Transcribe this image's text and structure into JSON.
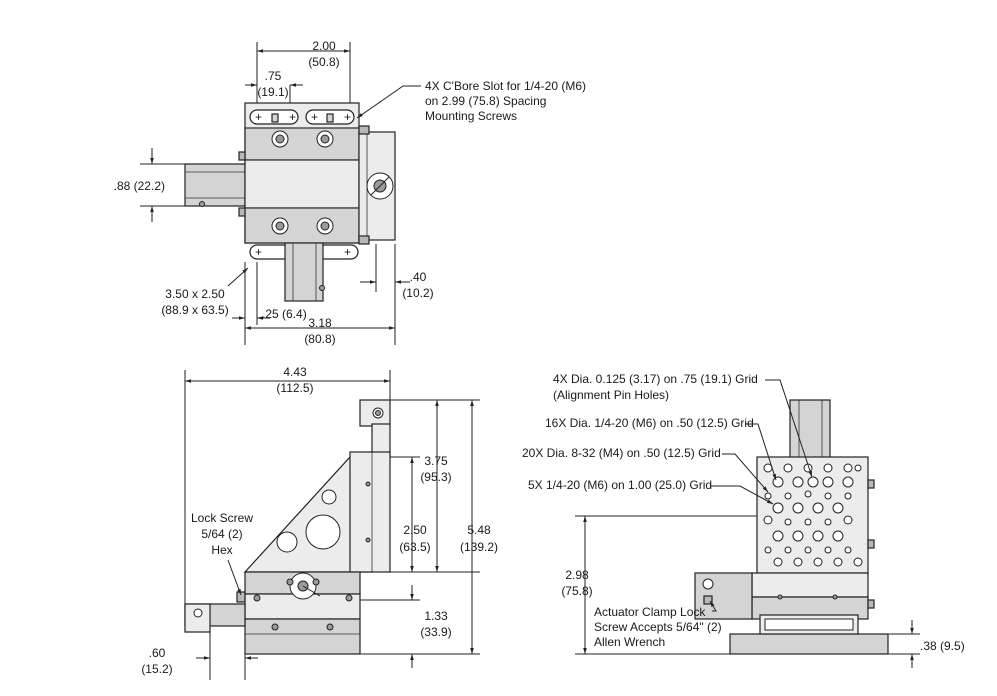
{
  "top_view": {
    "width_dim": "2.00",
    "width_dim_mm": "(50.8)",
    "slot_dim": ".75",
    "slot_dim_mm": "(19.1)",
    "slot_note_line1": "4X C'Bore Slot for 1/4-20 (M6)",
    "slot_note_line2": "on 2.99 (75.8) Spacing",
    "slot_note_line3": "Mounting Screws",
    "rail_height_dim": ".88 (22.2)",
    "base_dim": "3.50 x 2.50",
    "base_dim_mm": "(88.9 x 63.5)",
    "offset_dim": ".25 (6.4)",
    "overall_dim": "3.18",
    "overall_dim_mm": "(80.8)",
    "knob_dim": ".40",
    "knob_dim_mm": "(10.2)"
  },
  "side_view": {
    "width_dim": "4.43",
    "width_dim_mm": "(112.5)",
    "h1_dim": "3.75",
    "h1_dim_mm": "(95.3)",
    "h2_dim": "2.50",
    "h2_dim_mm": "(63.5)",
    "h3_dim": "5.48",
    "h3_dim_mm": "(139.2)",
    "h4_dim": "1.33",
    "h4_dim_mm": "(33.9)",
    "lock_screw_line1": "Lock Screw",
    "lock_screw_line2": "5/64 (2)",
    "lock_screw_line3": "Hex",
    "ext_dim": ".60",
    "ext_dim_mm": "(15.2)"
  },
  "front_view": {
    "note1_line1": "4X Dia. 0.125 (3.17) on .75 (19.1) Grid",
    "note1_line2": "(Alignment Pin Holes)",
    "note2": "16X Dia. 1/4-20 (M6) on .50 (12.5) Grid",
    "note3": "20X Dia. 8-32 (M4) on .50 (12.5) Grid",
    "note4": "5X 1/4-20 (M6) on 1.00 (25.0) Grid",
    "height_dim": "2.98",
    "height_dim_mm": "(75.8)",
    "clamp_line1": "Actuator Clamp Lock",
    "clamp_line2": "Screw Accepts 5/64\" (2)",
    "clamp_line3": "Allen Wrench",
    "base_dim": ".38 (9.5)"
  }
}
